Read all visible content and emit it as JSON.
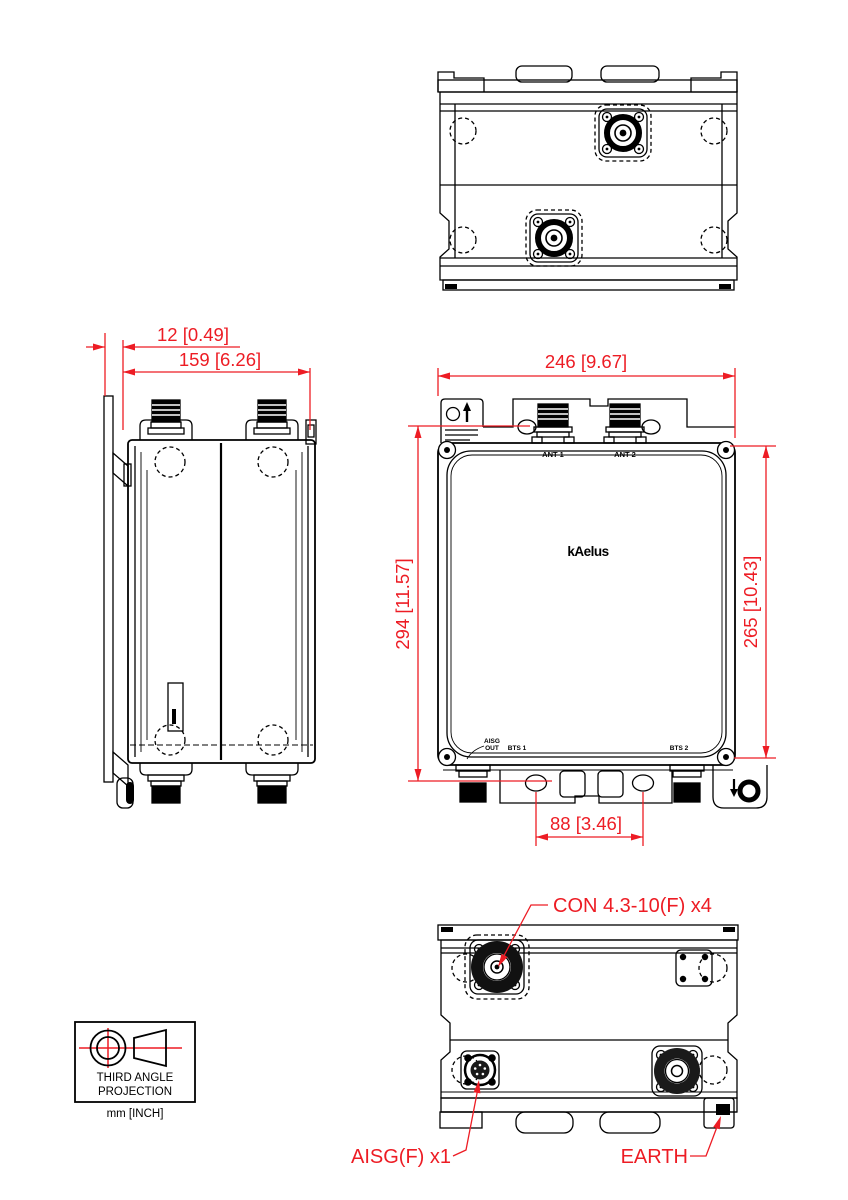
{
  "drawing": {
    "brand_logo": "kAelus",
    "units_label": "mm [INCH]",
    "projection": {
      "line1": "THIRD ANGLE",
      "line2": "PROJECTION"
    },
    "dimensions": {
      "bracket_offset": "12 [0.49]",
      "side_depth": "159 [6.26]",
      "front_width": "246 [9.67]",
      "overall_height": "294 [11.57]",
      "body_height": "265 [10.43]",
      "slot_spacing": "88 [3.46]"
    },
    "ports": {
      "ant1": "ANT 1",
      "ant2": "ANT 2",
      "aisg_out_line1": "AISG",
      "aisg_out_line2": "OUT",
      "bts1": "BTS 1",
      "bts2": "BTS 2"
    },
    "callouts": {
      "con": "CON 4.3-10(F) x4",
      "aisg": "AISG(F) x1",
      "earth": "EARTH"
    },
    "colors": {
      "dimension_red": "#ED1C24",
      "line_black": "#000000"
    }
  }
}
